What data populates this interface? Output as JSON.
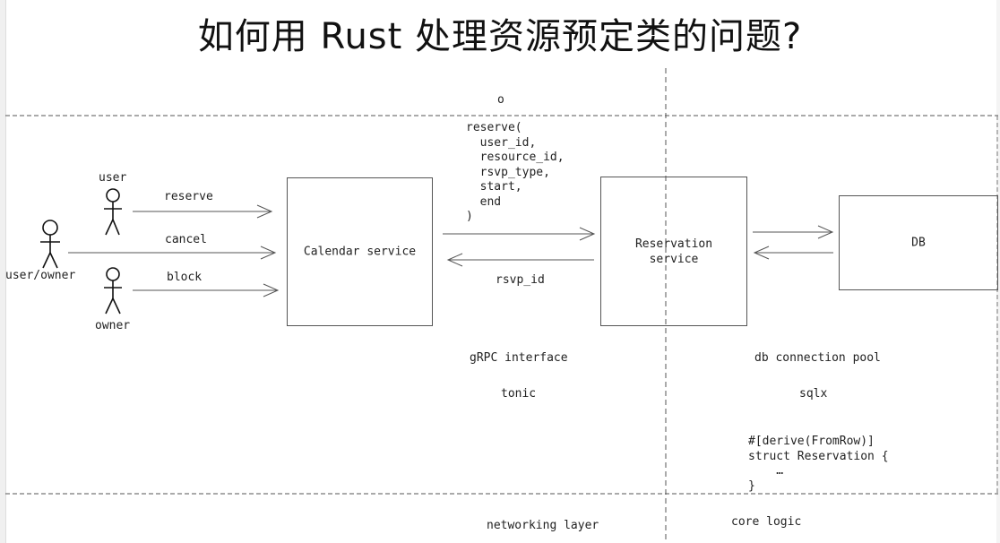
{
  "title": "如何用 Rust 处理资源预定类的问题?",
  "actors": {
    "user": "user",
    "user_owner": "user/owner",
    "owner": "owner"
  },
  "arrows": {
    "reserve": "reserve",
    "cancel": "cancel",
    "block": "block",
    "rsvp_id": "rsvp_id"
  },
  "reserve_call": "reserve(\n  user_id,\n  resource_id,\n  rsvp_type,\n  start,\n  end\n)",
  "boxes": {
    "calendar": "Calendar service",
    "reservation": "Reservation\nservice",
    "db": "DB"
  },
  "notes": {
    "grpc": "gRPC interface",
    "tonic": "tonic",
    "pool": "db connection pool",
    "sqlx": "sqlx",
    "struct_code": "#[derive(FromRow)]\nstruct Reservation {\n    …\n}",
    "small_circle": "o"
  },
  "layers": {
    "networking": "networking layer",
    "core": "core logic"
  }
}
